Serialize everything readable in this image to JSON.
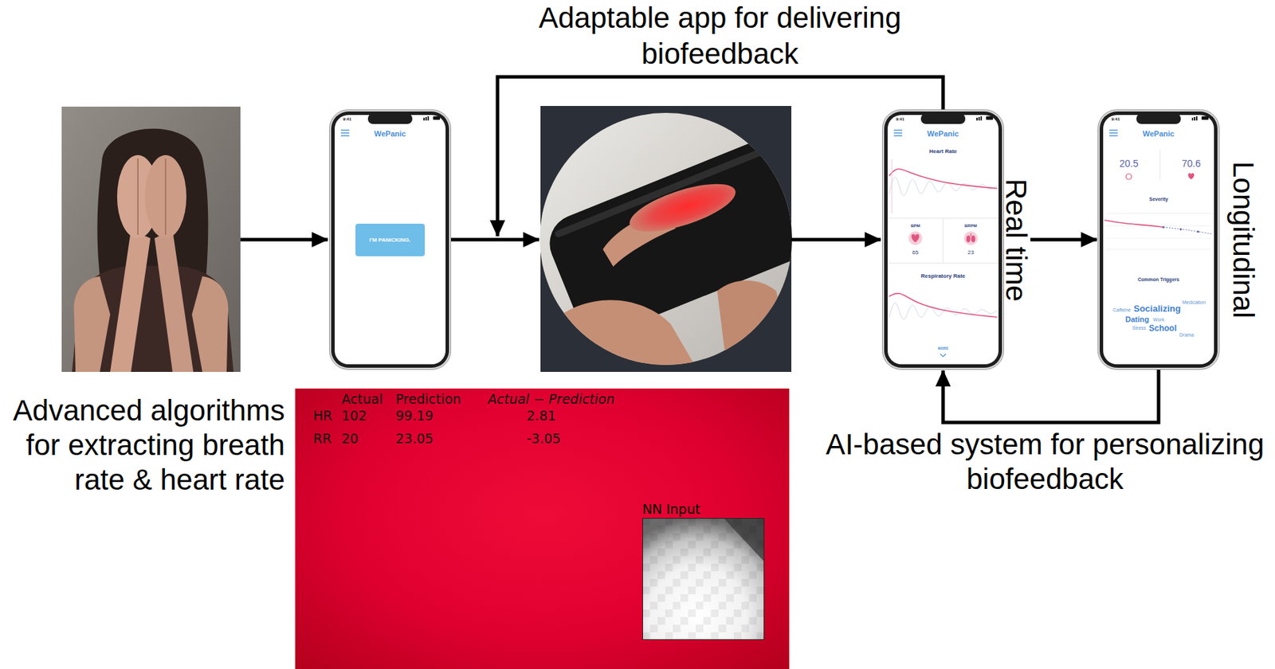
{
  "diagram": {
    "nodes": [
      {
        "text": [
          "9:41",
          "WePanic"
        ]
      },
      {
        "text": [
          "I'M PANICKING."
        ],
        "in": 0
      },
      {
        "text": [
          "9:41",
          "WePanic",
          "Heart Rate",
          "BPM",
          "65",
          "BRPM",
          "23",
          "Respiratory Rate",
          "MORE",
          "Real time"
        ]
      },
      {
        "text": [
          "9:41",
          "WePanic",
          "20.5",
          "70.6",
          "Severity",
          "Common Triggers",
          "Caffeine",
          "Socializing",
          "Medication",
          "Dating",
          "Work",
          "Stress",
          "School",
          "Drama",
          "Longitudinal"
        ]
      },
      {
        "text": [
          "Actual",
          "Prediction",
          "Actual − Prediction",
          "HR",
          "102",
          "99.19",
          "2.81",
          "RR",
          "20",
          "23.05",
          "-3.05"
        ]
      },
      {
        "text": [
          "NN Input"
        ],
        "in": 4
      }
    ],
    "edges": [
      {
        "from": 2,
        "to": 3,
        "arrow": "to"
      },
      {
        "from": 3,
        "to": 2,
        "label": "AI-based system for personalizing biofeedback",
        "arrow": "to"
      }
    ],
    "labels": [
      "Adaptable app for delivering biofeedback",
      "Advanced algorithms for extracting breath rate & heart rate"
    ]
  }
}
